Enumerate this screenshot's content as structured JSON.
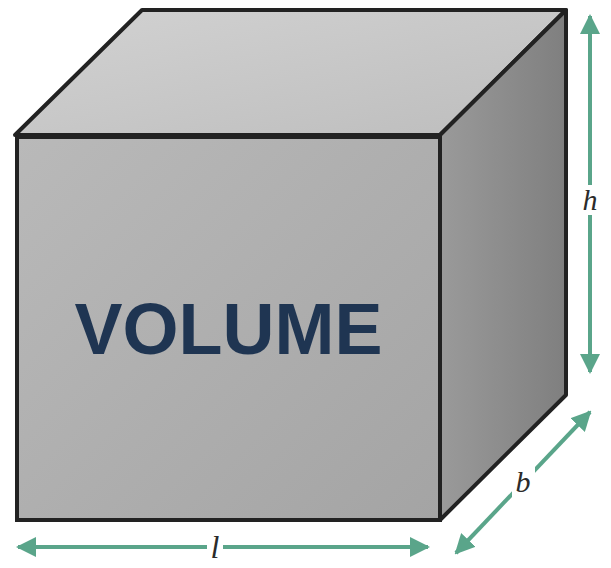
{
  "diagram": {
    "nodes": [
      {
        "text": [
          "VOLUME"
        ]
      }
    ],
    "labels": [
      "h",
      "b",
      "l"
    ]
  }
}
